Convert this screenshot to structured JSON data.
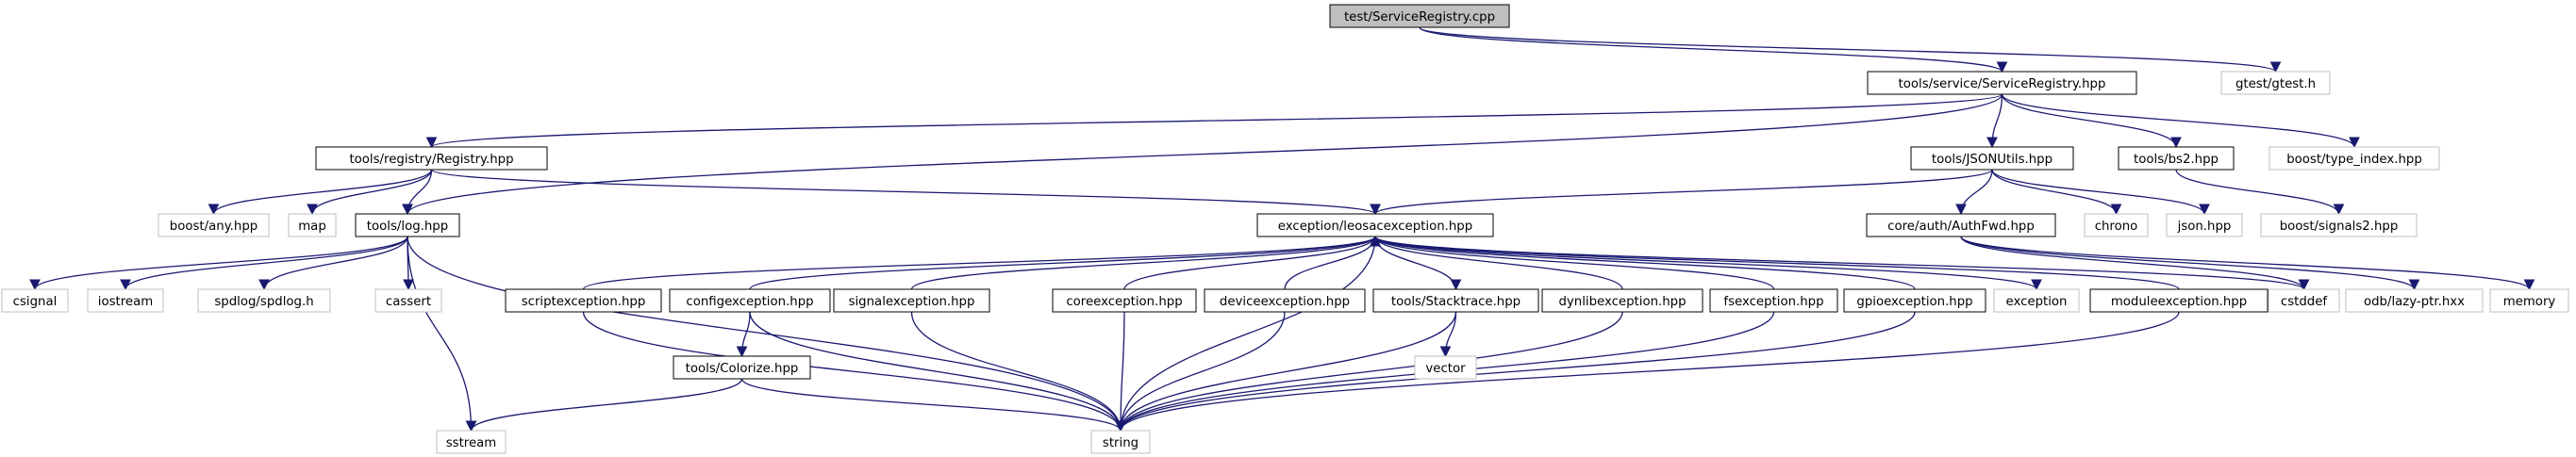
{
  "colors": {
    "edge": "#191970",
    "edge_light": "#b0b0b0",
    "root_fill": "#bfbfbf",
    "node_border": "#000000",
    "lib_border": "#bfbfbf",
    "background": "#ffffff"
  },
  "nodes": [
    {
      "id": "root",
      "label": "test/ServiceRegistry.cpp",
      "kind": "root"
    },
    {
      "id": "sreg",
      "label": "tools/service/ServiceRegistry.hpp",
      "kind": "file"
    },
    {
      "id": "gtest",
      "label": "gtest/gtest.h",
      "kind": "lib"
    },
    {
      "id": "registry",
      "label": "tools/registry/Registry.hpp",
      "kind": "file"
    },
    {
      "id": "jsonutils",
      "label": "tools/JSONUtils.hpp",
      "kind": "file"
    },
    {
      "id": "bs2",
      "label": "tools/bs2.hpp",
      "kind": "file"
    },
    {
      "id": "typeindex",
      "label": "boost/type_index.hpp",
      "kind": "lib"
    },
    {
      "id": "boostany",
      "label": "boost/any.hpp",
      "kind": "lib"
    },
    {
      "id": "map",
      "label": "map",
      "kind": "lib"
    },
    {
      "id": "log",
      "label": "tools/log.hpp",
      "kind": "file"
    },
    {
      "id": "leosa",
      "label": "exception/leosacexception.hpp",
      "kind": "file"
    },
    {
      "id": "authfwd",
      "label": "core/auth/AuthFwd.hpp",
      "kind": "file"
    },
    {
      "id": "chrono",
      "label": "chrono",
      "kind": "lib"
    },
    {
      "id": "jsonhpp",
      "label": "json.hpp",
      "kind": "lib"
    },
    {
      "id": "signals2",
      "label": "boost/signals2.hpp",
      "kind": "lib"
    },
    {
      "id": "csignal",
      "label": "csignal",
      "kind": "lib"
    },
    {
      "id": "iostream",
      "label": "iostream",
      "kind": "lib"
    },
    {
      "id": "spdlog",
      "label": "spdlog/spdlog.h",
      "kind": "lib"
    },
    {
      "id": "cassert",
      "label": "cassert",
      "kind": "lib"
    },
    {
      "id": "scriptexc",
      "label": "scriptexception.hpp",
      "kind": "file"
    },
    {
      "id": "configexc",
      "label": "configexception.hpp",
      "kind": "file"
    },
    {
      "id": "signalexc",
      "label": "signalexception.hpp",
      "kind": "file"
    },
    {
      "id": "coreexc",
      "label": "coreexception.hpp",
      "kind": "file"
    },
    {
      "id": "deviceexc",
      "label": "deviceexception.hpp",
      "kind": "file"
    },
    {
      "id": "stacktrace",
      "label": "tools/Stacktrace.hpp",
      "kind": "file"
    },
    {
      "id": "dynlibexc",
      "label": "dynlibexception.hpp",
      "kind": "file"
    },
    {
      "id": "fsexc",
      "label": "fsexception.hpp",
      "kind": "file"
    },
    {
      "id": "gpioexc",
      "label": "gpioexception.hpp",
      "kind": "file"
    },
    {
      "id": "exception",
      "label": "exception",
      "kind": "lib"
    },
    {
      "id": "moduleexc",
      "label": "moduleexception.hpp",
      "kind": "file"
    },
    {
      "id": "cstddef",
      "label": "cstddef",
      "kind": "lib"
    },
    {
      "id": "odb",
      "label": "odb/lazy-ptr.hxx",
      "kind": "lib"
    },
    {
      "id": "memory",
      "label": "memory",
      "kind": "lib"
    },
    {
      "id": "vector",
      "label": "vector",
      "kind": "lib"
    },
    {
      "id": "colorize",
      "label": "tools/Colorize.hpp",
      "kind": "file"
    },
    {
      "id": "sstream",
      "label": "sstream",
      "kind": "lib"
    },
    {
      "id": "string",
      "label": "string",
      "kind": "lib"
    }
  ],
  "edges": [
    [
      "root",
      "sreg"
    ],
    [
      "root",
      "gtest"
    ],
    [
      "sreg",
      "registry"
    ],
    [
      "sreg",
      "log"
    ],
    [
      "sreg",
      "jsonutils"
    ],
    [
      "sreg",
      "bs2"
    ],
    [
      "sreg",
      "typeindex"
    ],
    [
      "registry",
      "boostany"
    ],
    [
      "registry",
      "map"
    ],
    [
      "registry",
      "log"
    ],
    [
      "registry",
      "leosa"
    ],
    [
      "jsonutils",
      "leosa"
    ],
    [
      "jsonutils",
      "authfwd"
    ],
    [
      "jsonutils",
      "chrono"
    ],
    [
      "jsonutils",
      "jsonhpp"
    ],
    [
      "bs2",
      "signals2"
    ],
    [
      "log",
      "csignal"
    ],
    [
      "log",
      "iostream"
    ],
    [
      "log",
      "spdlog"
    ],
    [
      "log",
      "cassert"
    ],
    [
      "log",
      "sstream"
    ],
    [
      "log",
      "string"
    ],
    [
      "leosa",
      "string"
    ],
    [
      "leosa",
      "stacktrace"
    ],
    [
      "leosa",
      "exception"
    ],
    [
      "leosa",
      "cstddef"
    ],
    [
      "authfwd",
      "odb"
    ],
    [
      "authfwd",
      "memory"
    ],
    [
      "authfwd",
      "cstddef"
    ],
    [
      "scriptexc",
      "leosa"
    ],
    [
      "scriptexc",
      "string"
    ],
    [
      "configexc",
      "leosa"
    ],
    [
      "configexc",
      "colorize"
    ],
    [
      "configexc",
      "string"
    ],
    [
      "signalexc",
      "leosa"
    ],
    [
      "signalexc",
      "string"
    ],
    [
      "coreexc",
      "leosa"
    ],
    [
      "coreexc",
      "string"
    ],
    [
      "deviceexc",
      "leosa"
    ],
    [
      "deviceexc",
      "string"
    ],
    [
      "stacktrace",
      "vector"
    ],
    [
      "stacktrace",
      "string"
    ],
    [
      "dynlibexc",
      "leosa"
    ],
    [
      "dynlibexc",
      "string"
    ],
    [
      "fsexc",
      "leosa"
    ],
    [
      "fsexc",
      "string"
    ],
    [
      "gpioexc",
      "leosa"
    ],
    [
      "gpioexc",
      "string"
    ],
    [
      "moduleexc",
      "leosa"
    ],
    [
      "moduleexc",
      "string"
    ],
    [
      "colorize",
      "sstream"
    ],
    [
      "colorize",
      "string"
    ]
  ]
}
